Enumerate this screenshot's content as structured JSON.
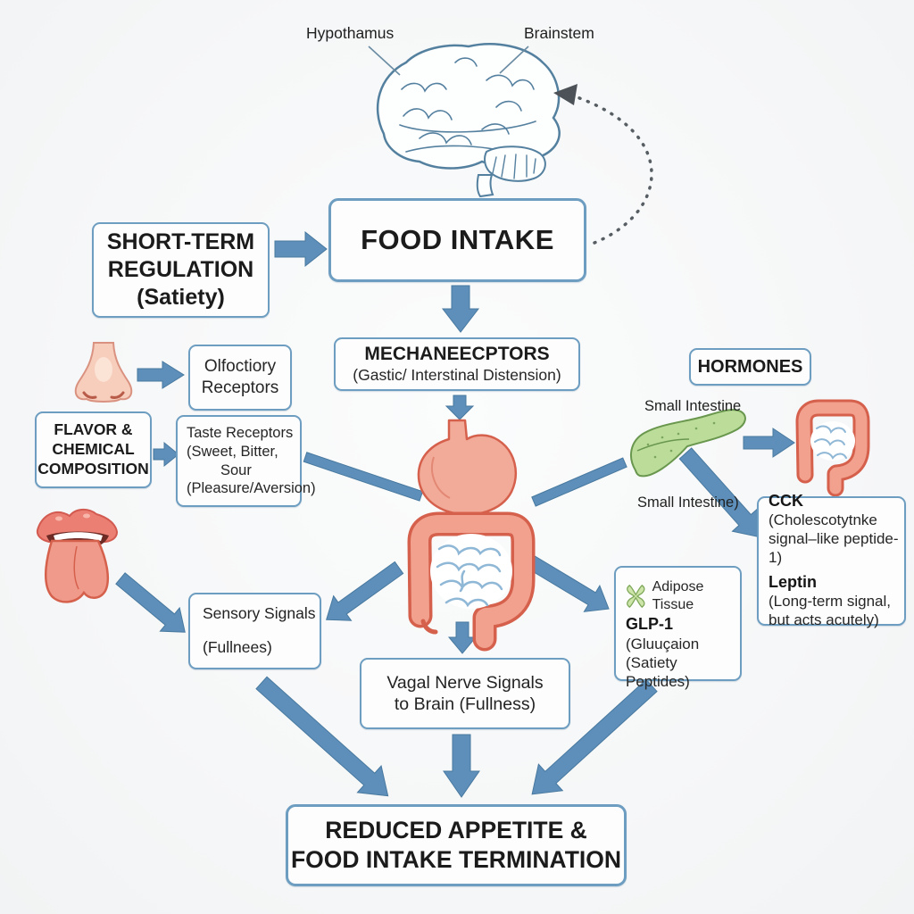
{
  "labels": {
    "hypothalamus": "Hypothamus",
    "brainstem": "Brainstem",
    "small_intestine_top": "Small Intestine",
    "small_intestine_bottom": "Small Intestine)"
  },
  "boxes": {
    "short_term_regulation": {
      "line1": "SHORT-TERM",
      "line2": "REGULATION",
      "line3": "(Satiety)"
    },
    "food_intake": {
      "label": "FOOD INTAKE"
    },
    "mechanoreceptors": {
      "title": "MECHANEECPTORS",
      "subtitle": "(Gastic/ Interstinal Distension)"
    },
    "hormones": {
      "label": "HORMONES"
    },
    "olfactory_receptors": {
      "line1": "Olfoctiory",
      "line2": "Receptors"
    },
    "flavor_chemical": {
      "line1": "FLAVOR &",
      "line2": "CHEMICAL",
      "line3": "COMPOSITION"
    },
    "taste_receptors": {
      "line1": "Taste Receptors",
      "line2": "(Sweet, Bitter,",
      "line3": "Sour",
      "line4": "(Pleasure/Aversion)"
    },
    "sensory_signals": {
      "line1": "Sensory Signals",
      "line2": "(Fullnees)"
    },
    "vagal_nerve": {
      "line1": "Vagal Nerve Signals",
      "line2": "to Brain (Fullness)"
    },
    "cck_leptin": {
      "cck_name": "CCK",
      "cck_desc": " (Cholescotytnke",
      "cck_desc2": "signal–like peptide-1)",
      "leptin_name": "Leptin",
      "leptin_desc1": "(Long-term signal,",
      "leptin_desc2": "but acts acutely)"
    },
    "glp1": {
      "adipose_label": "Adipose Tissue",
      "glp_name": "GLP-1",
      "glp_desc": " (Gluuçaion",
      "glp_desc2": "(Satiety Peptides)"
    },
    "reduced_appetite": {
      "line1": "REDUCED APPETITE &",
      "line2": "FOOD INTAKE TERMINATION"
    }
  },
  "colors": {
    "arrow_blue": "#5d8fba",
    "box_border_blue": "#6d9dc0",
    "background": "#f7f8f8",
    "organ_salmon_fill": "#f2a18e",
    "organ_salmon_outline": "#d5604c",
    "pancreas_green": "#bcdc9a",
    "adipose_green": "#cde5a9",
    "intestine_squiggle_blue": "#8fb7d6",
    "brain_line_blue": "#54809f",
    "dotted_feedback_gray": "#565d63",
    "text_dark": "#1b1b1b"
  }
}
